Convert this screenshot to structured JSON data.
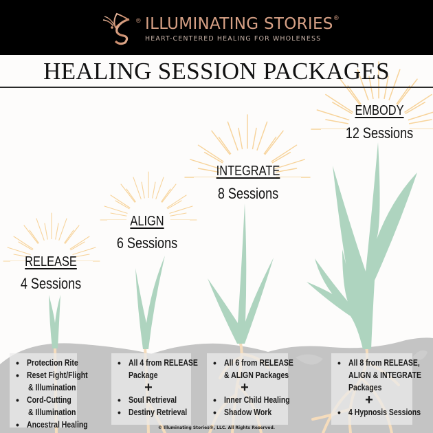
{
  "brand": {
    "name": "ILLUMINATING STORIES",
    "registered_mark": "®",
    "tagline": "HEART-CENTERED HEALING FOR WHOLENESS",
    "logo_icon": "butterfly-icon",
    "colors": {
      "header_bg": "#000000",
      "logo_copper": "#d6a085",
      "tagline": "#c8b3a8"
    }
  },
  "page_title": "HEALING SESSION PACKAGES",
  "colors": {
    "background": "#fdfcfb",
    "leaf": "#aed4bf",
    "root": "#f5dcbc",
    "soil": "#c4c4c4",
    "sunburst": "#f7d39a",
    "card_bg": "#ebebeb"
  },
  "packages": [
    {
      "name": "RELEASE",
      "sessions": "4 Sessions",
      "items": [
        {
          "text": "Protection Rite"
        },
        {
          "text": "Reset Fight/Flight",
          "cont": "& Illumination"
        },
        {
          "text": "Cord-Cutting",
          "cont": "& Illumination"
        },
        {
          "text": "Ancestral Healing"
        }
      ]
    },
    {
      "name": "ALIGN",
      "sessions": "6 Sessions",
      "includes": "All 4 from RELEASE",
      "includes_cont": "Package",
      "plus": "+",
      "items": [
        {
          "text": "Soul Retrieval"
        },
        {
          "text": "Destiny Retrieval"
        }
      ]
    },
    {
      "name": "INTEGRATE",
      "sessions": "8 Sessions",
      "includes": "All 6 from RELEASE",
      "includes_cont": "& ALIGN Packages",
      "plus": "+",
      "items": [
        {
          "text": "Inner Child Healing"
        },
        {
          "text": "Shadow Work"
        }
      ]
    },
    {
      "name": "EMBODY",
      "sessions": "12 Sessions",
      "includes": "All 8 from RELEASE,",
      "includes_cont": "ALIGN  & INTEGRATE",
      "includes_cont2": "Packages",
      "plus": "+",
      "items": [
        {
          "text": "4 Hypnosis Sessions"
        }
      ]
    }
  ],
  "footer": {
    "copyright": "© Illuminating Stories®, LLC.  All Rights Reserved."
  }
}
